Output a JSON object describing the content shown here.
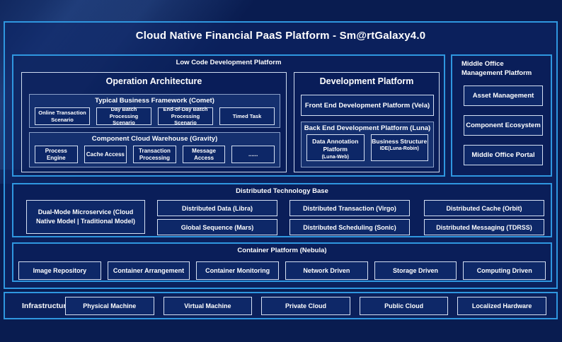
{
  "colors": {
    "page_bg": "#091c50",
    "panel_bg": "#0d2466",
    "accent_border": "#2f97e0",
    "light_border": "#d5e0f3",
    "mid_border": "#8ba0c8",
    "leaf_bg": "#0d2767",
    "text": "#ffffff"
  },
  "title": "Cloud Native Financial PaaS Platform - Sm@rtGalaxy4.0",
  "low_code": {
    "label": "Low Code Development Platform",
    "operation_architecture": {
      "title": "Operation Architecture",
      "comet": {
        "title": "Typical Business Framework (Comet)",
        "items": [
          "Online Transaction Scenario",
          "Day Batch Processing Scenario",
          "End-of-Day Batch Processing Scenario",
          "Timed Task"
        ]
      },
      "gravity": {
        "title": "Component Cloud Warehouse (Gravity)",
        "items": [
          "Process Engine",
          "Cache Access",
          "Transaction Processing",
          "Message Access",
          "......"
        ]
      }
    },
    "development_platform": {
      "title": "Development Platform",
      "front_end_label": "Front End Development Platform (Vela)",
      "back_end": {
        "title": "Back End Development Platform (Luna)",
        "items": [
          {
            "line1": "Data Annotation Platform",
            "line2": "(Luna-Web)"
          },
          {
            "line1": "Business Structure",
            "line2": "IDE(Luna-Robin)"
          }
        ]
      }
    }
  },
  "middle_office": {
    "title": "Middle Office Management Platform",
    "items": [
      "Asset Management",
      "Component Ecosystem",
      "Middle Office Portal"
    ]
  },
  "distributed": {
    "title": "Distributed Technology Base",
    "dual_mode_label": "Dual-Mode Microservice (Cloud Native Model | Traditional Model)",
    "columns": [
      [
        "Distributed Data (Libra)",
        "Global Sequence (Mars)"
      ],
      [
        "Distributed Transaction (Virgo)",
        "Distributed Scheduling (Sonic)"
      ],
      [
        "Distributed Cache (Orbit)",
        "Distributed Messaging (TDRSS)"
      ]
    ]
  },
  "container_platform": {
    "title": "Container Platform (Nebula)",
    "items": [
      "Image Repository",
      "Container Arrangement",
      "Container Monitoring",
      "Network Driven",
      "Storage Driven",
      "Computing Driven"
    ]
  },
  "infrastructure": {
    "label": "Infrastructure",
    "items": [
      "Physical Machine",
      "Virtual Machine",
      "Private Cloud",
      "Public Cloud",
      "Localized Hardware"
    ]
  }
}
